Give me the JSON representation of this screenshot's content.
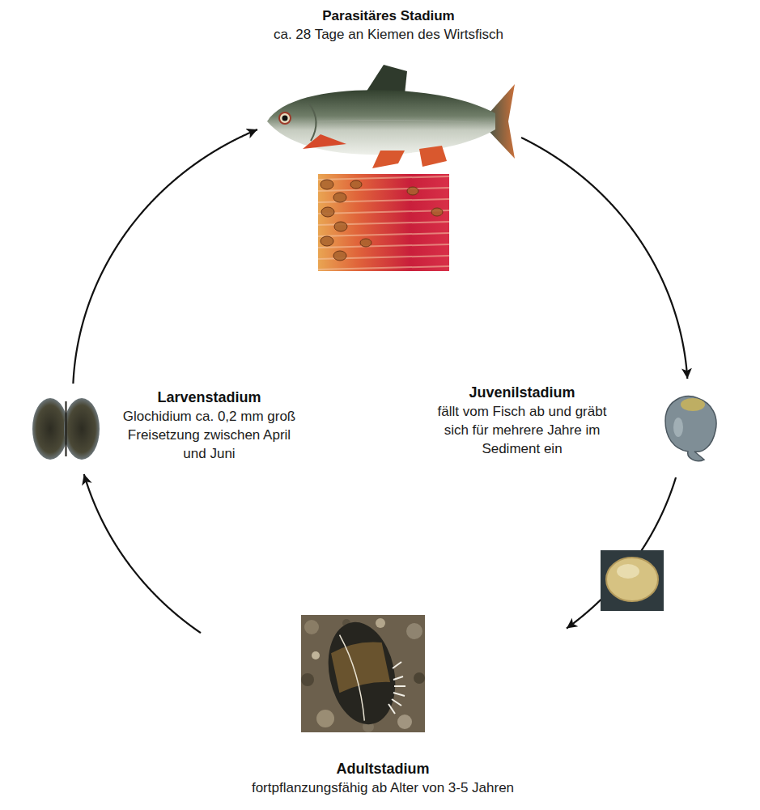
{
  "diagram": {
    "nodes": [
      {
        "text": [
          "Parasitäres Stadium",
          "ca. 28 Tage an Kiemen des Wirtsfisch"
        ]
      },
      {
        "text": [
          "Larvenstadium",
          "Glochidium ca. 0,2 mm groß Freisetzung zwischen April und Juni"
        ]
      },
      {
        "text": [
          "Juvenilstadium",
          "fällt vom Fisch ab und gräbt sich für mehrere Jahre im Sediment ein"
        ]
      },
      {
        "text": [
          "Adultstadium",
          "fortpflanzungsfähig ab Alter von 3-5 Jahren"
        ]
      }
    ],
    "edges": [
      {
        "from": 0,
        "to": 2,
        "arrow": "to"
      },
      {
        "from": 2,
        "to": 3,
        "arrow": "to"
      },
      {
        "from": 3,
        "to": 1,
        "arrow": "to"
      },
      {
        "from": 1,
        "to": 0,
        "arrow": "to"
      }
    ]
  }
}
